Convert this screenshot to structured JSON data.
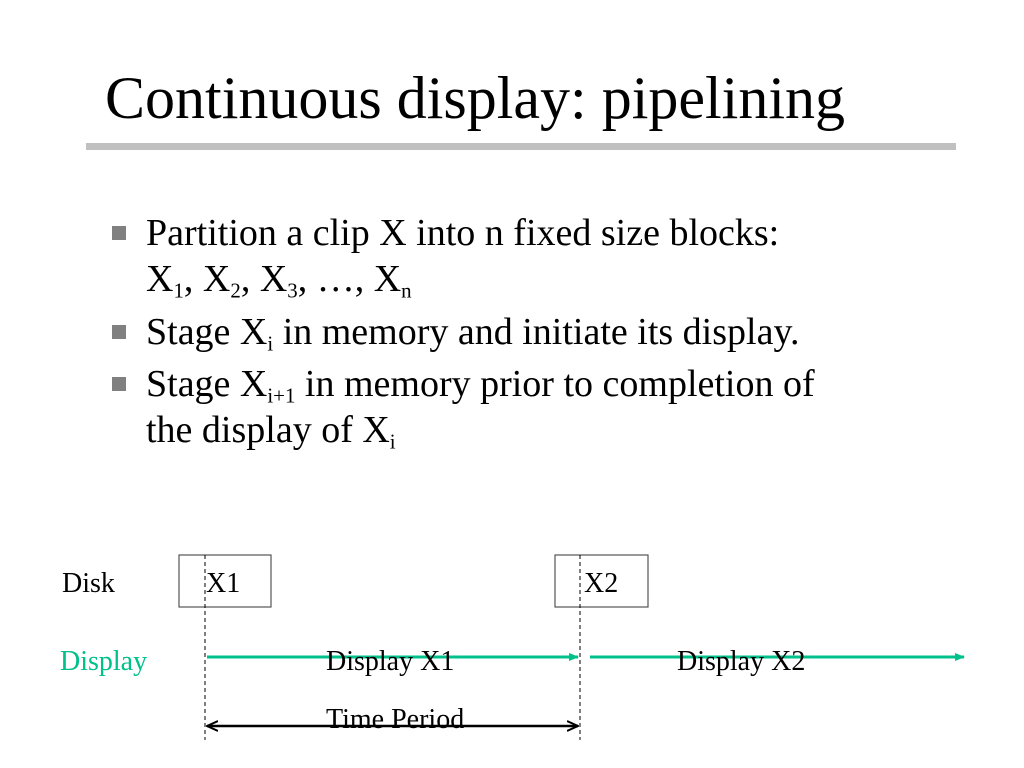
{
  "title": "Continuous display:  pipelining",
  "bullets": [
    {
      "line1": "Partition a clip X into n fixed size blocks:",
      "seq": [
        {
          "base": "X",
          "sub": "1",
          "after": ", "
        },
        {
          "base": "X",
          "sub": "2",
          "after": ", "
        },
        {
          "base": "X",
          "sub": "3",
          "after": ", …, "
        },
        {
          "base": "X",
          "sub": "n",
          "after": ""
        }
      ]
    },
    {
      "pre": "Stage X",
      "sub": "i",
      "post": " in memory and initiate its display."
    },
    {
      "pre": "Stage X",
      "sub": "i+1",
      "post": " in memory prior to completion of",
      "line2_pre": "the display of X",
      "line2_sub": "i"
    }
  ],
  "diagram": {
    "disk_label": "Disk",
    "display_label": "Display",
    "block1": "X1",
    "block2": "X2",
    "display1": "Display X1",
    "display2": "Display X2",
    "time_period": "Time Period",
    "colors": {
      "display": "#00c08b",
      "line": "#000000",
      "box_border": "#555555"
    }
  }
}
